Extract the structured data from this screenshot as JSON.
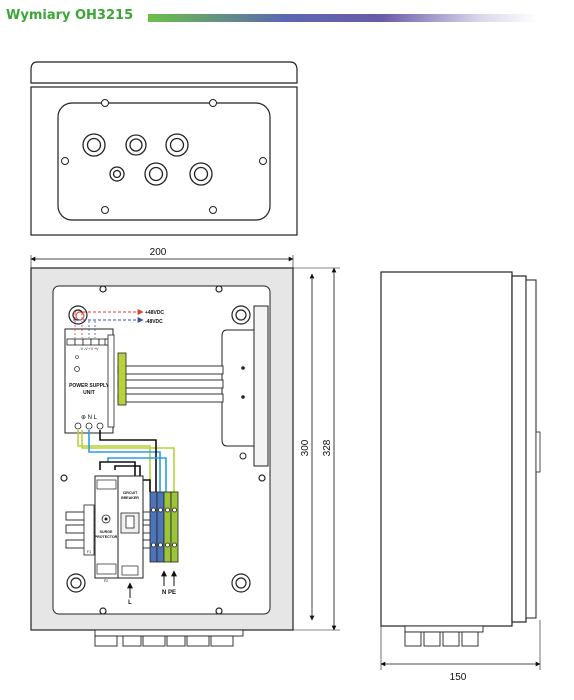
{
  "header": {
    "title": "Wymiary OH3215"
  },
  "dimensions": {
    "front_width": "200",
    "front_height_inner": "300",
    "front_height_total": "328",
    "side_depth": "150"
  },
  "labels": {
    "dc_plus": "+48VDC",
    "dc_minus": "-48VDC",
    "psu_line1": "POWER SUPPLY",
    "psu_line2": "UNIT",
    "psu_terminals": "⊕  N  L",
    "psu_top_terms": "-V  -V  +V  +V",
    "circuit_breaker_1": "CIRCUIT",
    "circuit_breaker_2": "BREAKER",
    "surge_1": "SURGE",
    "surge_2": "PROTECTOR",
    "f1": "F1",
    "f2": "F2",
    "arrow_l": "L",
    "arrow_npe": "N  PE"
  },
  "colors": {
    "title_green": "#3aa635",
    "wire_blue": "#2b9de0",
    "wire_yellow_green": "#b7d23c",
    "terminal_blue": "#4d74b8",
    "terminal_green": "#9cc43a",
    "dc_plus_color": "#e0382f",
    "dc_minus_color": "#3150a8"
  }
}
